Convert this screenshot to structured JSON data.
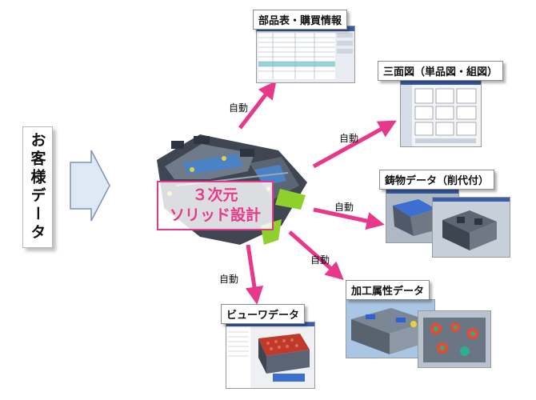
{
  "input_label": "お客様データ",
  "center": {
    "line1": "３次元",
    "line2": "ソリッド設計"
  },
  "outputs": [
    {
      "id": "bom",
      "label": "部品表・購買情報",
      "auto": "自動"
    },
    {
      "id": "drawings",
      "label": "三面図（単品図・組図）",
      "auto": "自動"
    },
    {
      "id": "casting",
      "label": "鋳物データ（削代付）",
      "auto": "自動"
    },
    {
      "id": "machining",
      "label": "加工属性データ",
      "auto": "自動"
    },
    {
      "id": "viewer",
      "label": "ビューワデータ",
      "auto": "自動"
    }
  ],
  "colors": {
    "arrow": "#e8388a",
    "center_text": "#e8388a",
    "block_arrow_fill": "#dfe8f5",
    "block_arrow_stroke": "#7f93b3"
  }
}
